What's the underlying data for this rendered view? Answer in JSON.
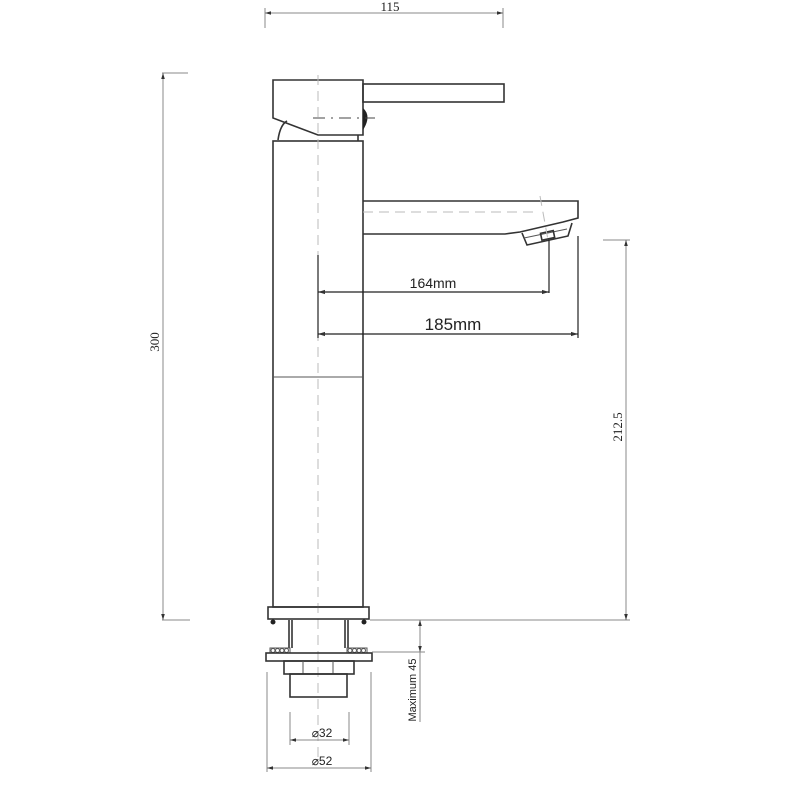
{
  "drawing": {
    "subject": "Tall basin mixer faucet side elevation",
    "dimensions": {
      "overall_width": "115",
      "overall_height": "300",
      "spout_reach_inner": "164mm",
      "spout_reach_outer": "185mm",
      "spout_height": "212.5",
      "max_counter_thickness": "Maximum 45",
      "thread_diameter": "⌀32",
      "base_diameter": "⌀52"
    },
    "colors": {
      "line": "#333333",
      "dimension_line": "#888888",
      "center_line": "#bbbbbb",
      "background": "#ffffff"
    }
  }
}
